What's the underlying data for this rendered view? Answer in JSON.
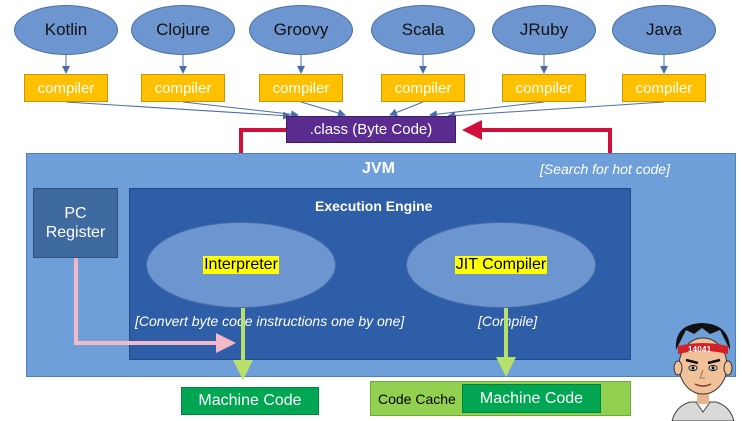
{
  "languages": [
    {
      "name": "Kotlin"
    },
    {
      "name": "Clojure"
    },
    {
      "name": "Groovy"
    },
    {
      "name": "Scala"
    },
    {
      "name": "JRuby"
    },
    {
      "name": "Java"
    }
  ],
  "compiler_label": "compiler",
  "bytecode_label": ".class (Byte Code)",
  "jvm": {
    "title": "JVM",
    "hot_code_note": "[Search for hot code]",
    "pc_register": "PC Register",
    "execution_engine": {
      "title": "Execution Engine",
      "interpreter": "Interpreter",
      "jit_compiler": "JIT Compiler",
      "convert_note": "[Convert byte code instructions one by one]",
      "compile_note": "[Compile]"
    }
  },
  "machine_code_label": "Machine Code",
  "code_cache": {
    "label": "Code Cache",
    "machine_code_label": "Machine Code"
  },
  "avatar_badge": "14041",
  "colors": {
    "language_fill": "#6d95cf",
    "compiler_fill": "#ffc000",
    "bytecode_fill": "#5b2c8f",
    "jvm_fill": "#6f9fd8",
    "engine_fill": "#2e5ea8",
    "machine_code_fill": "#00a651",
    "code_cache_fill": "#92d050",
    "red_arrow": "#d0103a",
    "pink_arrow": "#f4b8c8",
    "green_arrow": "#b6e06a",
    "highlight": "#ffff00"
  }
}
